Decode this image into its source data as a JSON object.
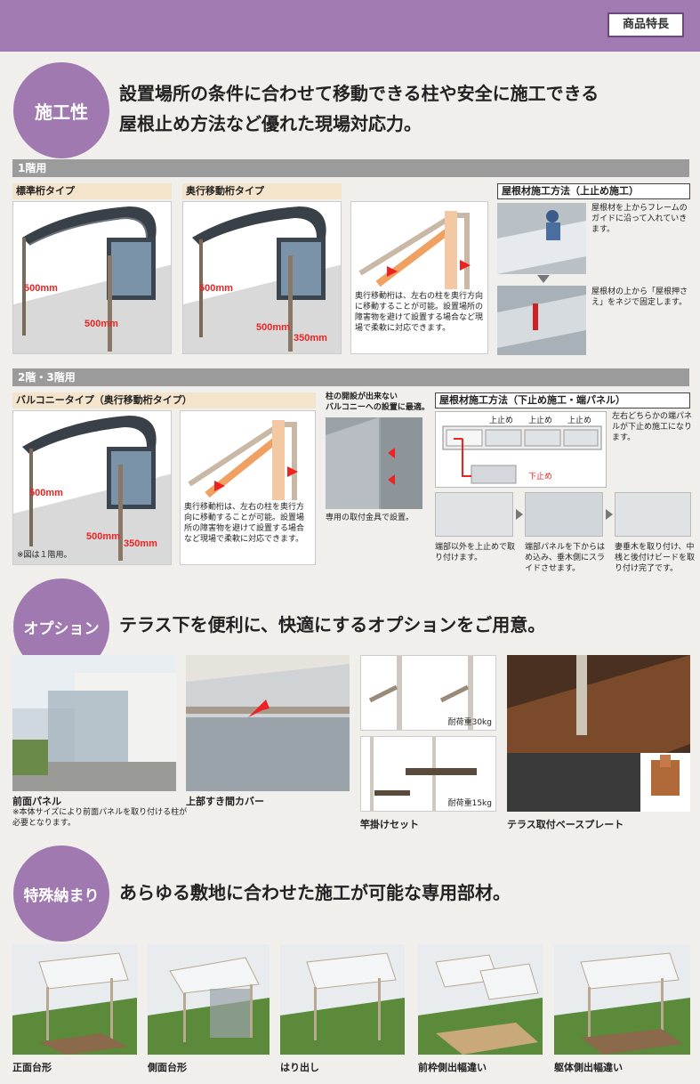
{
  "header": {
    "badge": "商品特長"
  },
  "sec1": {
    "circle": "施工性",
    "headline_1": "設置場所の条件に合わせて移動できる柱や安全に施工できる",
    "headline_2": "屋根止め方法など優れた現場対応力。",
    "bar": "1階用",
    "type_std": "標準桁タイプ",
    "type_move": "奥行移動桁タイプ",
    "dim_500a": "500mm",
    "dim_500b": "500mm",
    "dim_500c": "500mm",
    "dim_500d": "500mm",
    "dim_350": "350mm",
    "move_desc": "奥行移動桁は、左右の柱を奥行方向に移動することが可能。設置場所の障害物を避けて設置する場合など現場で柔軟に対応できます。",
    "method_title": "屋根材施工方法（上止め施工）",
    "method_step1": "屋根材を上からフレームのガイドに沿って入れていきます。",
    "method_step2": "屋根材の上から「屋根押さえ」をネジで固定します。"
  },
  "sec2": {
    "bar": "2階・3階用",
    "type_balcony": "バルコニータイプ（奥行移動桁タイプ）",
    "dim_500a": "500mm",
    "dim_500b": "500mm",
    "dim_350": "350mm",
    "note_1f": "※図は１階用。",
    "move_desc": "奥行移動桁は、左右の柱を奥行方向に移動することが可能。設置場所の障害物を避けて設置する場合など現場で柔軟に対応できます。",
    "wall_title_1": "柱の開設が出来ない",
    "wall_title_2": "バルコニーへの設置に最適。",
    "wall_caption": "専用の取付金具で設置。",
    "method_title": "屋根材施工方法（下止め施工・端パネル）",
    "upper_stop": "上止め",
    "lower_stop": "下止め",
    "method_side": "左右どちらかの端パネルが下止め施工になります。",
    "step1": "端部以外を上止めで取り付けます。",
    "step2": "端部パネルを下からはめ込み、垂木側にスライドさせます。",
    "step3": "妻垂木を取り付け、中桟と後付けビードを取り付け完了です。"
  },
  "sec3": {
    "circle": "オプション",
    "headline": "テラス下を便利に、快適にするオプションをご用意。",
    "front_panel": "前面パネル",
    "front_note": "※本体サイズにより前面パネルを取り付ける柱が必要となります。",
    "gap_cover": "上部すき間カバー",
    "load_30": "耐荷重30kg",
    "load_15": "耐荷重15kg",
    "rod_set": "竿掛けセット",
    "base_plate": "テラス取付ベースプレート"
  },
  "sec4": {
    "circle": "特殊納まり",
    "headline": "あらゆる敷地に合わせた施工が可能な専用部材。",
    "items": [
      "正面台形",
      "側面台形",
      "はり出し",
      "前枠側出幅違い",
      "躯体側出幅違い"
    ]
  }
}
